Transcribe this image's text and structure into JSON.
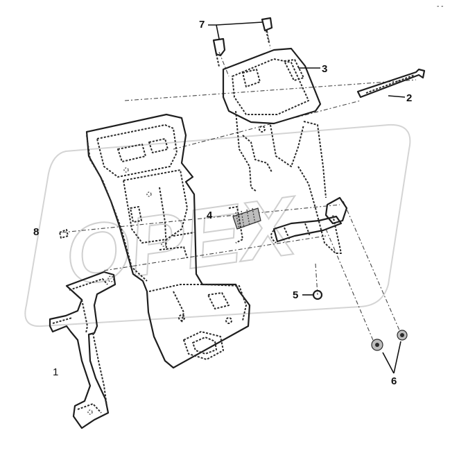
{
  "callouts": {
    "c1": "1",
    "c2": "2",
    "c3": "3",
    "c4": "4",
    "c5": "5",
    "c6": "6",
    "c7": "7",
    "c8": "8"
  },
  "watermark": {
    "text": "OPEX"
  },
  "corner_mark": "- -"
}
